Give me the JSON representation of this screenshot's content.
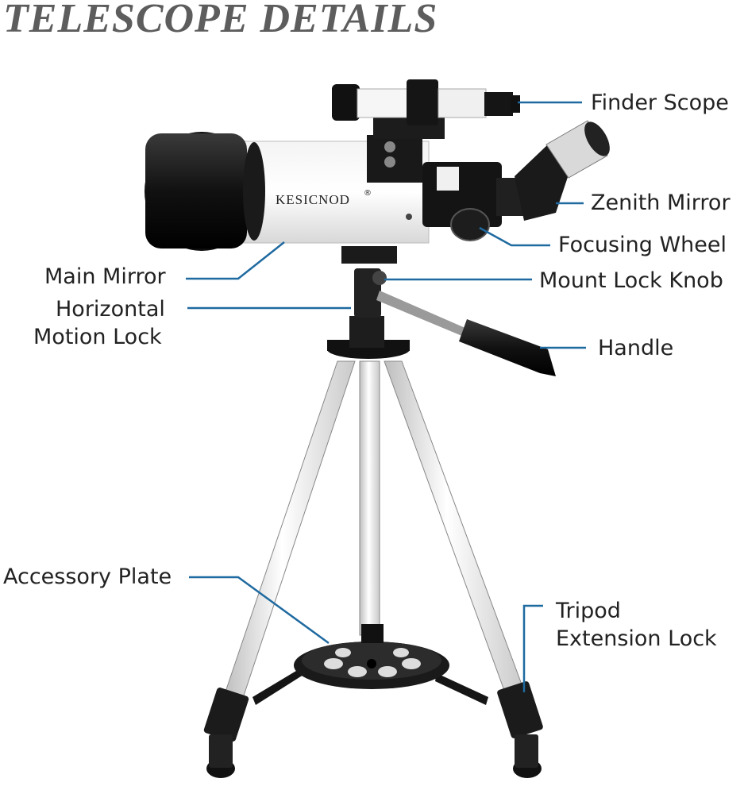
{
  "title": "TELESCOPE DETAILS",
  "brand": "KESICNOD",
  "brand_mark": "®",
  "accent_color": "#1f6aa0",
  "labels": {
    "finder_scope": "Finder Scope",
    "zenith_mirror": "Zenith Mirror",
    "focusing_wheel": "Focusing Wheel",
    "mount_lock_knob": "Mount Lock Knob",
    "handle": "Handle",
    "main_mirror": "Main Mirror",
    "horizontal_motion_lock_1": "Horizontal",
    "horizontal_motion_lock_2": "Motion Lock",
    "accessory_plate": "Accessory Plate",
    "tripod_extension_lock_1": "Tripod",
    "tripod_extension_lock_2": "Extension Lock"
  }
}
